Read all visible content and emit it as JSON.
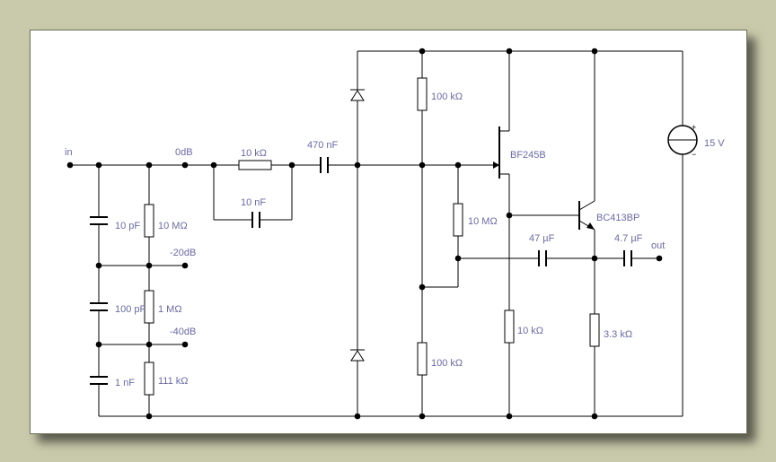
{
  "labels": {
    "in": "in",
    "odb": "0dB",
    "m20db": "-20dB",
    "m40db": "-40dB",
    "out": "out",
    "r_input": "10 kΩ",
    "c_input": "10 nF",
    "c_coupling": "470 nF",
    "c_10pf": "10 pF",
    "c_100pf": "100 pF",
    "c_1nf": "1 nF",
    "r_10m_div": "10 MΩ",
    "r_1m": "1 MΩ",
    "r_111k": "111 kΩ",
    "r_100k_top": "100 kΩ",
    "r_100k_bot": "100 kΩ",
    "r_10m_gate": "10 MΩ",
    "r_10k_src": "10 kΩ",
    "r_3k3": "3.3 kΩ",
    "c_47uf": "47 µF",
    "c_4u7": "4.7 µF",
    "q1": "BF245B",
    "q2": "BC413BP",
    "supply": "15 V",
    "plus": "+",
    "minus": "−"
  },
  "colors": {
    "background": "#c9c9ab",
    "paper": "#ffffff",
    "wire": "#000000",
    "label": "#6a6aa6"
  }
}
